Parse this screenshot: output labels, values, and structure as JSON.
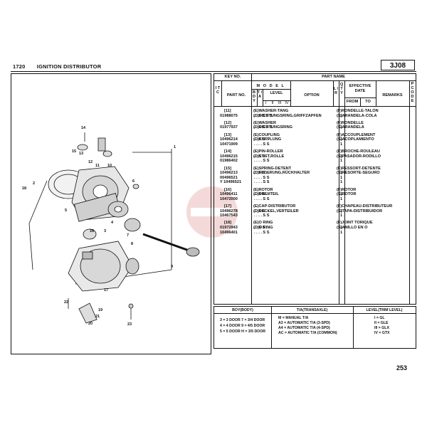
{
  "header": {
    "page_code": "1720",
    "section_title": "IGNITION DISTRIBUTOR",
    "ref_code": "3J08"
  },
  "page_number": "253",
  "table": {
    "key_no_header": "KEY NO.",
    "part_name_header": "PART NAME",
    "col_itc": "I T C",
    "col_part_no": "PART NO.",
    "col_model": "M O D E L",
    "col_body": "B D Y",
    "col_tam": "T / A",
    "col_level": "LEVEL",
    "level_marks": [
      "I",
      "II",
      "III",
      "IV"
    ],
    "col_option": "OPTION",
    "col_lr": "L / R",
    "col_qty": "Q T Y",
    "col_effective": "EFFECTIVE DATE",
    "col_from": "FROM",
    "col_to": "TO",
    "col_remarks": "REMARKS",
    "col_pcode": "P C O D E",
    "groups": [
      {
        "key": "[11]",
        "name_en": "(E)WASHER-TANG",
        "name_de": "(D)DICHTUNGSRING,GRIFFZAPFEN",
        "name_fr": "(F)RONDELLE-TALON",
        "name_es": "(S)ARANDELA-COLA",
        "rows": [
          {
            "part": "01988075",
            "model": ". . S S S S",
            "qty": "1"
          }
        ]
      },
      {
        "key": "[12]",
        "name_en": "(E)WASHER",
        "name_de": "(D)DICHTUNGSRING",
        "name_fr": "(F)RONDELLE",
        "name_es": "(S)ARANDELA",
        "rows": [
          {
            "part": "01977937",
            "model": ". . S S S S",
            "qty": "1"
          }
        ]
      },
      {
        "key": "[13]",
        "name_en": "(E)COUPLING",
        "name_de": "(D)KUPPLUNG",
        "name_fr": "(F)ACCOUPLEMENT",
        "name_es": "(S)ACOPLAMIENTO",
        "rows": [
          {
            "part": "10496214",
            "model": ". . S S . .",
            "qty": "1"
          },
          {
            "part": "10471909",
            "model": ". . . . S S",
            "qty": "1"
          }
        ]
      },
      {
        "key": "[14]",
        "name_en": "(E)PIN-ROLLER",
        "name_de": "(D)STIFT,ROLLE",
        "name_fr": "(F)BROCHE-ROULEAU",
        "name_es": "(S)PASADOR-RODILLO",
        "rows": [
          {
            "part": "10496215",
            "model": ". . S S . .",
            "qty": "1"
          },
          {
            "part": "01986402",
            "model": ". . . . S S",
            "qty": "1"
          }
        ]
      },
      {
        "key": "[15]",
        "name_en": "(E)SPRING-DETENT",
        "name_de": "(D)FEDERUNG,RÜCKHALTER",
        "name_fr": "(F)RESSORT-DETENTE",
        "name_es": "(S)RESORTE-SEGURO",
        "rows": [
          {
            "part": "10496213",
            "model": ". . S S . .",
            "qty": "1"
          },
          {
            "part": "00496521",
            "model": ". . . . S S",
            "qty": "1"
          },
          {
            "part": "Y 10496521",
            "model": ". . . . S S",
            "qty": "1"
          }
        ]
      },
      {
        "key": "[16]",
        "name_en": "(E)ROTOR",
        "name_de": "(D)DREHTEIL",
        "name_fr": "(F)ROTOR",
        "name_es": "(S)ROTOR",
        "rows": [
          {
            "part": "10496411",
            "model": ". . S S . .",
            "qty": "1"
          },
          {
            "part": "10472000",
            "model": ". . . . S S",
            "qty": "1"
          }
        ]
      },
      {
        "key": "[17]",
        "name_en": "(E)CAP-DISTRIBUTOR",
        "name_de": "(D)DECKEL,VERTEILER",
        "name_fr": "(F)CHAPEAU-DISTRIBUTEUR",
        "name_es": "(S)TAPA-DISTRIBUIDOR",
        "rows": [
          {
            "part": "10496278",
            "model": ". . S S . .",
            "qty": "1"
          },
          {
            "part": "10467543",
            "model": ". . . . S S",
            "qty": "1"
          }
        ]
      },
      {
        "key": "[18]",
        "name_en": "(E)O RING",
        "name_de": "(D)O RING",
        "name_fr": "(F)JOINT TORIQUE",
        "name_es": "(S)ANILLO EN O",
        "rows": [
          {
            "part": "01972943",
            "model": ". . S S . .",
            "qty": "1"
          },
          {
            "part": "10496401",
            "model": ". . . . S S",
            "qty": "1"
          }
        ]
      }
    ]
  },
  "legend": {
    "body_title": "BOY(BODY)",
    "body_lines": [
      "3 = 3 DOOR  7 = 3/4 DOOR",
      "4 = 4 DOOR  9 = 4/5 DOOR",
      "5 = 5 DOOR  H = 3/5 DOOR"
    ],
    "ta_title": "T/A(TRANSAXLE)",
    "ta_lines": [
      "M = MANUAL T/A",
      "A3 = AUTOMATIC  T/A (3-SPD)",
      "A4 = AUTOMATIC  T/A (4-SPD)",
      "AC = AUTOMATIC  T/A (COMMON)"
    ],
    "level_title": "LEVEL(TRIM LEVEL)",
    "level_lines": [
      "I  = GL",
      "II  = GLE",
      "III = GLX",
      "IV = GTX"
    ]
  },
  "diagram": {
    "callouts": [
      "1",
      "2",
      "3",
      "4",
      "5",
      "6",
      "7",
      "8",
      "9",
      "10",
      "11",
      "12",
      "13",
      "14",
      "15",
      "16",
      "17",
      "18",
      "19",
      "20",
      "21",
      "22",
      "23"
    ]
  },
  "colors": {
    "ink": "#111111",
    "watermark": "#c0392b"
  }
}
